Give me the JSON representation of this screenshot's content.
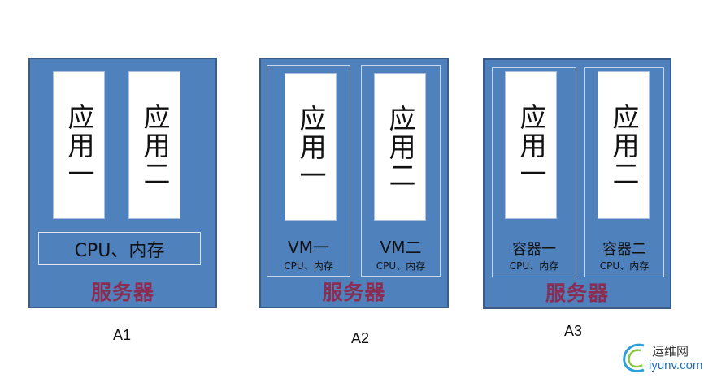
{
  "diagrams": [
    {
      "caption": "A1",
      "apps": [
        "应用一",
        "应用二"
      ],
      "resources": "CPU、内存",
      "server_label": "服务器"
    },
    {
      "caption": "A2",
      "vms": [
        {
          "app": "应用一",
          "name": "VM一",
          "resources": "CPU、内存"
        },
        {
          "app": "应用二",
          "name": "VM二",
          "resources": "CPU、内存"
        }
      ],
      "server_label": "服务器"
    },
    {
      "caption": "A3",
      "containers": [
        {
          "app": "应用一",
          "name": "容器一",
          "resources": "CPU、内存"
        },
        {
          "app": "应用二",
          "name": "容器二",
          "resources": "CPU、内存"
        }
      ],
      "server_label": "服务器"
    }
  ],
  "watermark": {
    "site_name": "运维网",
    "url": "iyunv.com"
  },
  "colors": {
    "server_fill": "#4f81bd",
    "server_border": "#385d8a",
    "server_label": "#8b2c52"
  }
}
